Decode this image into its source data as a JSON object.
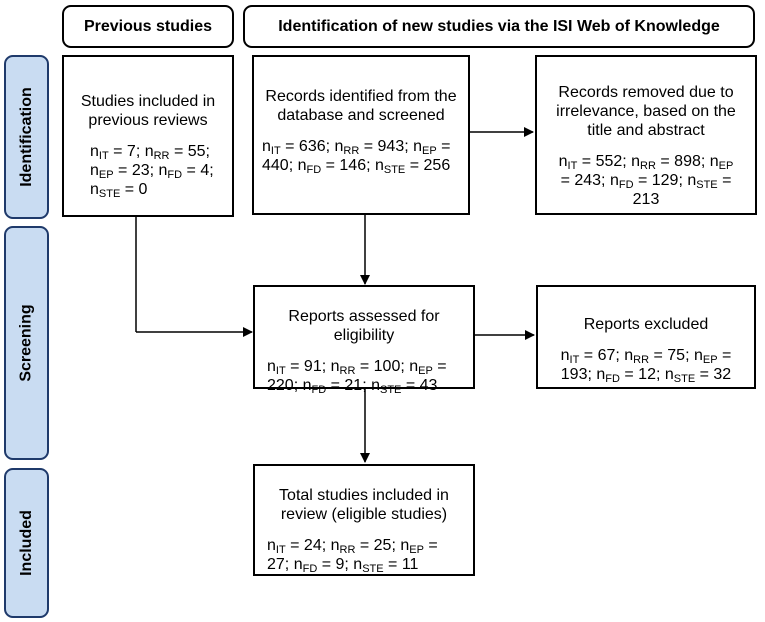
{
  "headers": {
    "previous": "Previous studies",
    "identification": "Identification of new studies via the ISI Web of Knowledge"
  },
  "phases": {
    "identification": "Identification",
    "screening": "Screening",
    "included": "Included"
  },
  "boxes": {
    "previous": {
      "title": "Studies included in previous reviews",
      "counts": [
        [
          {
            "t": "n"
          },
          {
            "s": "IT"
          },
          {
            "t": " = 7; n"
          },
          {
            "s": "RR"
          },
          {
            "t": " = 55;"
          }
        ],
        [
          {
            "t": "n"
          },
          {
            "s": "EP"
          },
          {
            "t": " = 23; n"
          },
          {
            "s": "FD"
          },
          {
            "t": " = 4;"
          }
        ],
        [
          {
            "t": "n"
          },
          {
            "s": "STE"
          },
          {
            "t": " = 0"
          }
        ]
      ]
    },
    "identified": {
      "title": "Records identified from the database and screened",
      "counts": [
        [
          {
            "t": "n"
          },
          {
            "s": "IT"
          },
          {
            "t": " = 636; n"
          },
          {
            "s": "RR"
          },
          {
            "t": " = 943; n"
          },
          {
            "s": "EP"
          },
          {
            "t": " ="
          }
        ],
        [
          {
            "t": "440; n"
          },
          {
            "s": "FD"
          },
          {
            "t": " = 146; n"
          },
          {
            "s": "STE"
          },
          {
            "t": " = 256"
          }
        ]
      ]
    },
    "removed": {
      "title": "Records removed due to irrelevance, based on the title and abstract",
      "counts": [
        [
          {
            "t": "n"
          },
          {
            "s": "IT"
          },
          {
            "t": " = 552; n"
          },
          {
            "s": "RR"
          },
          {
            "t": " = 898; n"
          },
          {
            "s": "EP"
          }
        ],
        [
          {
            "t": "= 243; n"
          },
          {
            "s": "FD"
          },
          {
            "t": " = 129; n"
          },
          {
            "s": "STE"
          },
          {
            "t": " ="
          }
        ],
        [
          {
            "t": "213"
          }
        ]
      ]
    },
    "assessed": {
      "title": "Reports assessed for eligibility",
      "counts": [
        [
          {
            "t": "n"
          },
          {
            "s": "IT"
          },
          {
            "t": " = 91; n"
          },
          {
            "s": "RR"
          },
          {
            "t": " = 100; n"
          },
          {
            "s": "EP"
          },
          {
            "t": " ="
          }
        ],
        [
          {
            "t": "220; n"
          },
          {
            "s": "FD"
          },
          {
            "t": " = 21; n"
          },
          {
            "s": "STE"
          },
          {
            "t": " = 43"
          }
        ]
      ]
    },
    "excluded": {
      "title": "Reports excluded",
      "counts": [
        [
          {
            "t": "n"
          },
          {
            "s": "IT"
          },
          {
            "t": " = 67; n"
          },
          {
            "s": "RR"
          },
          {
            "t": " = 75; n"
          },
          {
            "s": "EP"
          },
          {
            "t": " ="
          }
        ],
        [
          {
            "t": "193; n"
          },
          {
            "s": "FD"
          },
          {
            "t": " = 12; n"
          },
          {
            "s": "STE"
          },
          {
            "t": " = 32"
          }
        ]
      ]
    },
    "included": {
      "title": "Total studies included in review (eligible studies)",
      "counts": [
        [
          {
            "t": "n"
          },
          {
            "s": "IT"
          },
          {
            "t": " = 24; n"
          },
          {
            "s": "RR"
          },
          {
            "t": " = 25; n"
          },
          {
            "s": "EP"
          },
          {
            "t": " ="
          }
        ],
        [
          {
            "t": "27; n"
          },
          {
            "s": "FD"
          },
          {
            "t": " = 9; n"
          },
          {
            "s": "STE"
          },
          {
            "t": " = 11"
          }
        ]
      ]
    }
  },
  "colors": {
    "phase_fill": "#c9dcf2",
    "phase_border": "#1f3a6b",
    "line": "#000000"
  }
}
